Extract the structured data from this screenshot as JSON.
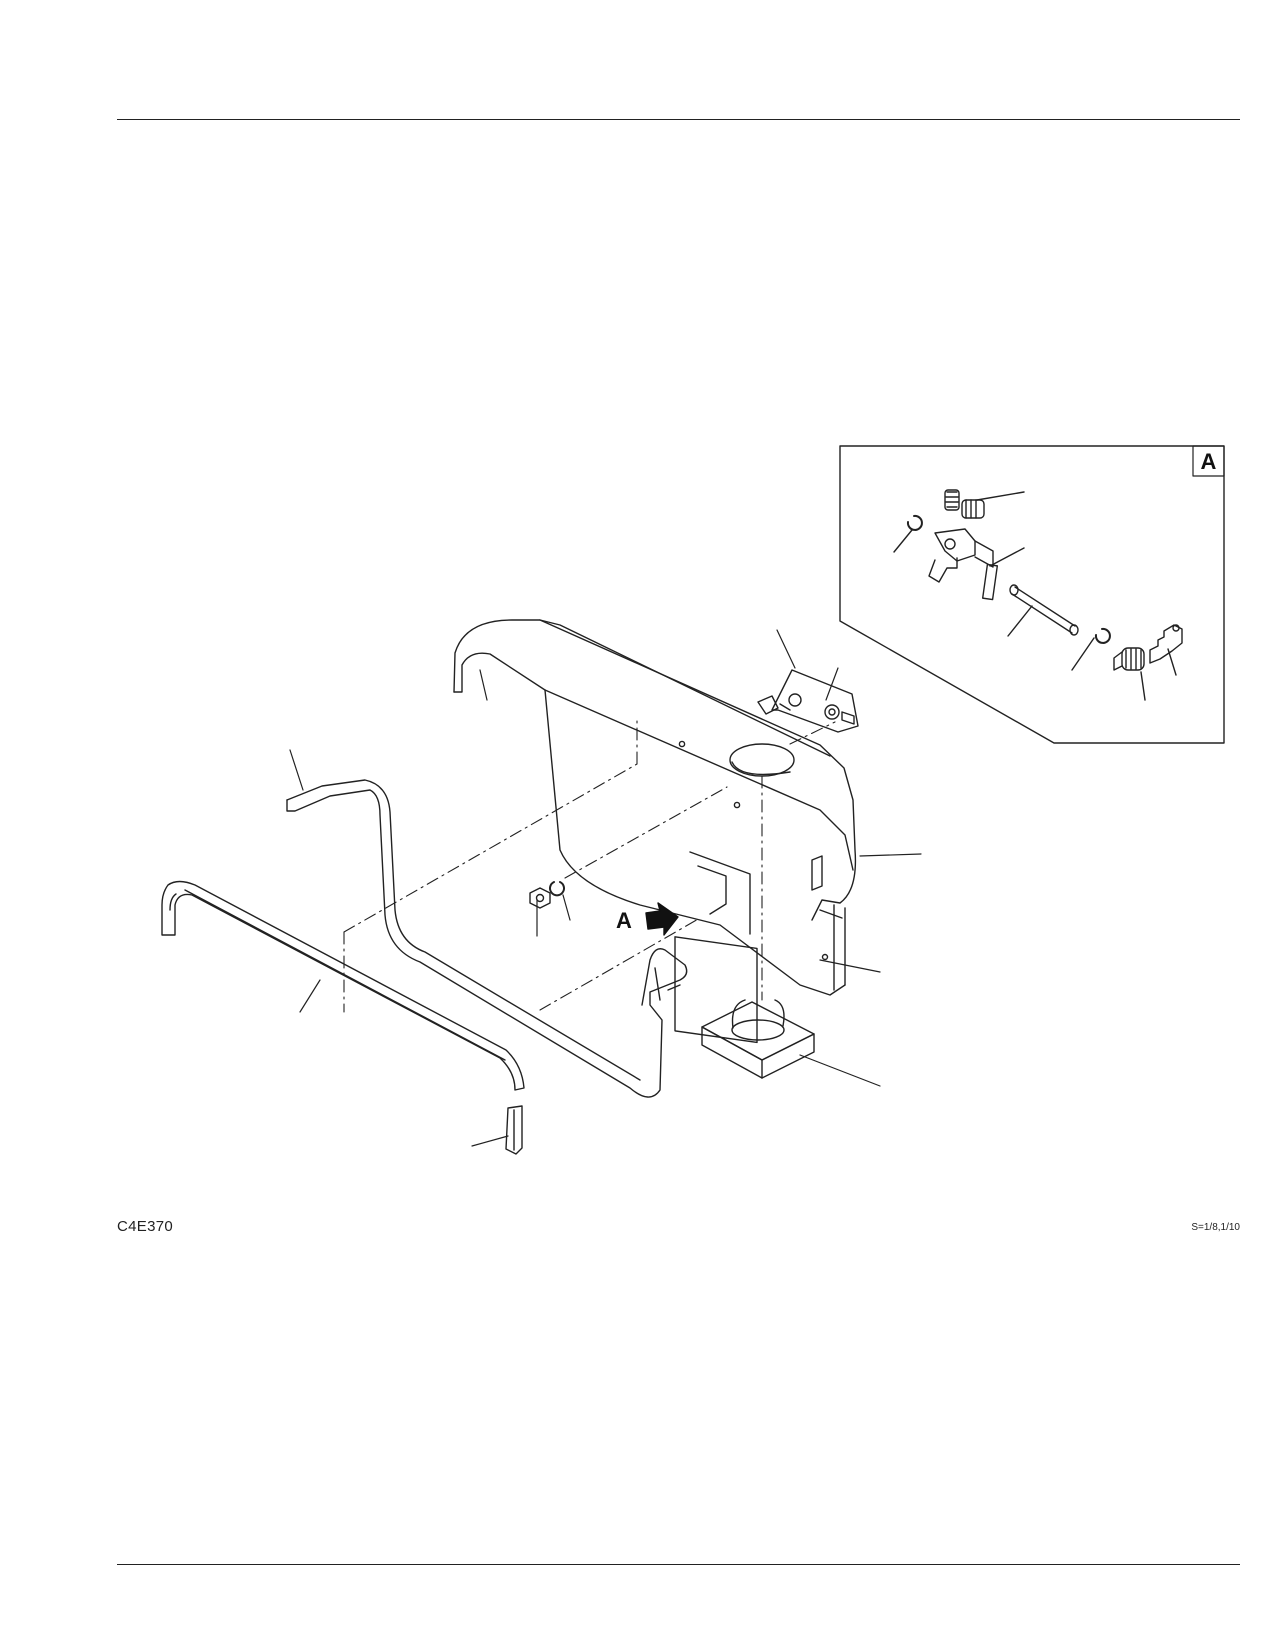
{
  "inset": {
    "label": "A"
  },
  "view_marker": {
    "label": "A"
  },
  "figure": {
    "code": "C4E370",
    "scale": "S=1/8,1/10"
  },
  "icons": {
    "view_arrow": "right-arrow-icon"
  }
}
